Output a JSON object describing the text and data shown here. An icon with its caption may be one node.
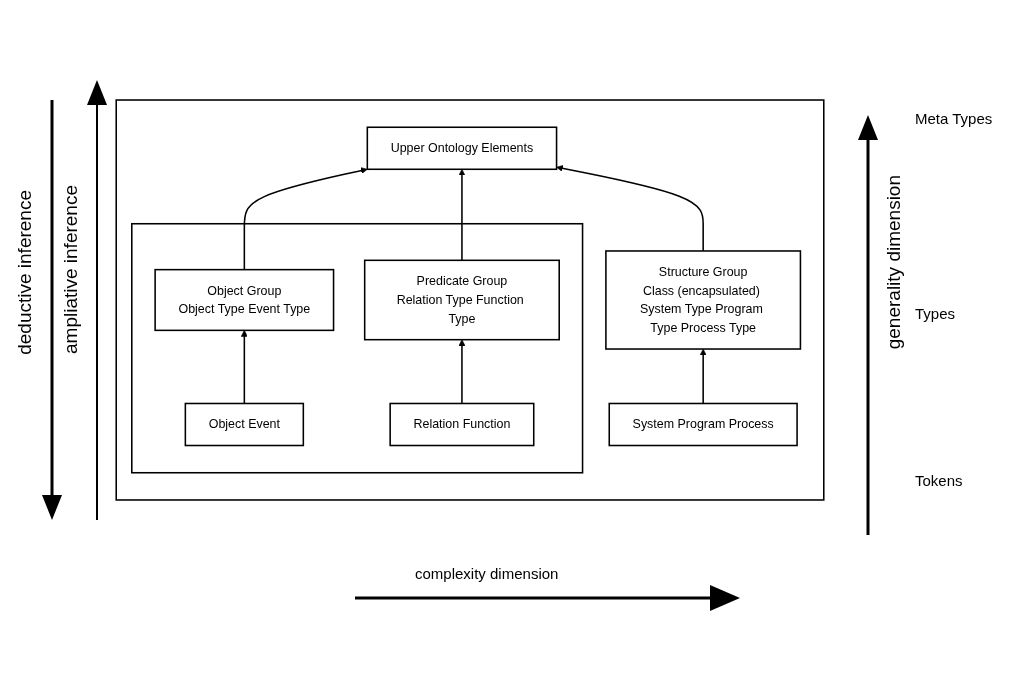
{
  "diagram": {
    "nodes": [
      {
        "text": [],
        "shape": "box"
      },
      {
        "text": [
          "Upper Ontology Elements"
        ],
        "in": 0
      },
      {
        "text": [],
        "shape": "box",
        "in": 0
      },
      {
        "text": [
          "Object Group",
          "Object Type Event Type"
        ],
        "in": 2
      },
      {
        "text": [
          "Predicate Group",
          "Relation Type Function Type"
        ],
        "in": 2
      },
      {
        "text": [
          "Structure Group",
          "Class (encapsulated) System Type Program Type Process Type"
        ],
        "in": 0
      },
      {
        "text": [
          "Object Event"
        ],
        "in": 2
      },
      {
        "text": [
          "Relation Function"
        ],
        "in": 2
      },
      {
        "text": [
          "System Program Process"
        ],
        "in": 0
      }
    ],
    "edges": [
      {
        "from": 3,
        "to": 1,
        "arrow": "to"
      },
      {
        "from": 4,
        "to": 1,
        "arrow": "to"
      },
      {
        "from": 5,
        "to": 1,
        "arrow": "to"
      },
      {
        "from": 6,
        "to": 3,
        "arrow": "to"
      },
      {
        "from": 7,
        "to": 4,
        "arrow": "to"
      },
      {
        "from": 8,
        "to": 5,
        "arrow": "to"
      }
    ],
    "labels": [
      "deductive inference",
      "ampliative inference",
      "Meta Types",
      "generality dimension",
      "Types",
      "Tokens",
      "complexity dimension"
    ]
  }
}
